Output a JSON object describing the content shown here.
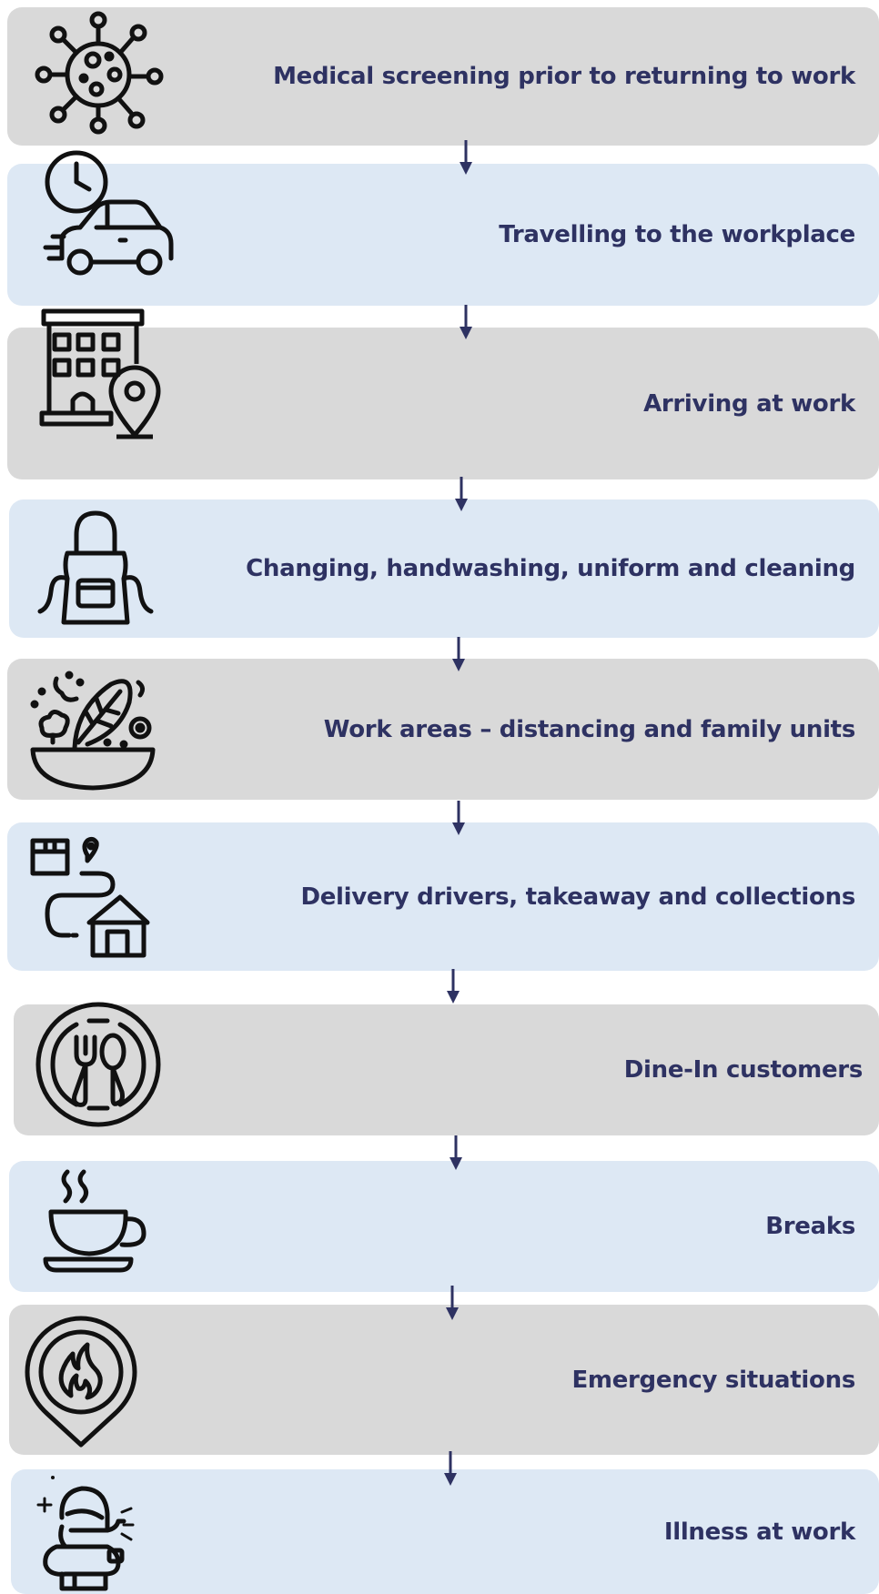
{
  "colors": {
    "text": "#2e3262",
    "gray_panel": "#d9d9d9",
    "blue_panel": "#dde8f4",
    "arrow": "#2e3262",
    "icon_stroke": "#111111"
  },
  "steps": [
    {
      "label": "Medical screening prior to returning to work",
      "icon": "virus-icon",
      "shade": "gray"
    },
    {
      "label": "Travelling to the workplace",
      "icon": "clock-car-icon",
      "shade": "blue"
    },
    {
      "label": "Arriving at work",
      "icon": "building-location-icon",
      "shade": "gray"
    },
    {
      "label": "Changing, handwashing, uniform and cleaning",
      "icon": "apron-icon",
      "shade": "blue"
    },
    {
      "label": "Work areas – distancing and family units",
      "icon": "salad-bowl-icon",
      "shade": "gray"
    },
    {
      "label": "Delivery drivers, takeaway and collections",
      "icon": "delivery-route-icon",
      "shade": "blue"
    },
    {
      "label": "Dine-In customers",
      "icon": "plate-cutlery-icon",
      "shade": "gray"
    },
    {
      "label": "Breaks",
      "icon": "coffee-cup-icon",
      "shade": "blue"
    },
    {
      "label": "Emergency situations",
      "icon": "fire-pin-icon",
      "shade": "gray"
    },
    {
      "label": "Illness at work",
      "icon": "sneezing-person-icon",
      "shade": "blue"
    }
  ]
}
